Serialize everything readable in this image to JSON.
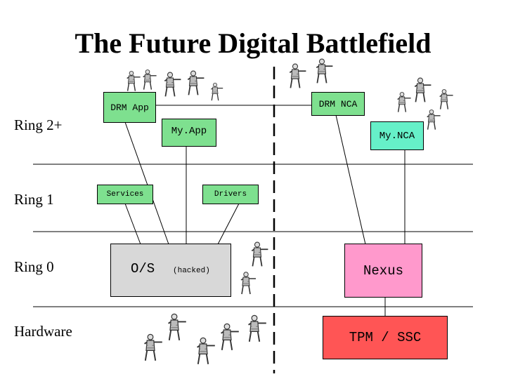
{
  "title": "The Future Digital Battlefield",
  "rings": {
    "ring2": "Ring 2+",
    "ring1": "Ring 1",
    "ring0": "Ring 0",
    "hardware": "Hardware"
  },
  "boxes": {
    "drm_app": "DRM App",
    "drm_nca": "DRM NCA",
    "myapp": "My.App",
    "myNCA": "My.NCA",
    "services": "Services",
    "drivers": "Drivers",
    "os": "O/S",
    "hacked": "(hacked)",
    "nexus": "Nexus",
    "tpm": "TPM / SSC"
  },
  "colors": {
    "green": "#7ee08f",
    "teal": "#66f0c8",
    "gray": "#d8d8d8",
    "pink": "#ff99cc",
    "red": "#ff5555"
  },
  "icons": [
    "soldier-icon"
  ]
}
